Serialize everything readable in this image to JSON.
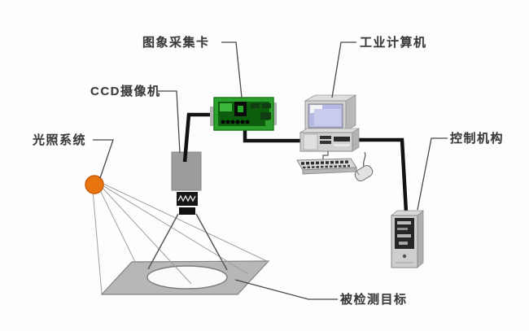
{
  "figure": {
    "type": "schematic-diagram",
    "description": "Machine vision inspection system: lighting, CCD camera, image capture card, industrial computer and control mechanism over an inspected target",
    "labels": {
      "capture_card": "图象采集卡",
      "industrial_computer": "工业计算机",
      "ccd_camera": "CCD摄像机",
      "lighting_system": "光照系统",
      "control_mechanism": "控制机构",
      "inspected_target": "被检测目标"
    },
    "colors": {
      "background": "#fdfdfd",
      "light_source_orange": "#e8730f",
      "card_frame_green": "#2aa12a",
      "card_inner_green": "#0e5c0e",
      "screen_blue": "#b4b8e2",
      "platform_gray": "#b7b7b7",
      "cable_black": "#121212",
      "leader_line_gray": "#4a4a4a"
    }
  }
}
